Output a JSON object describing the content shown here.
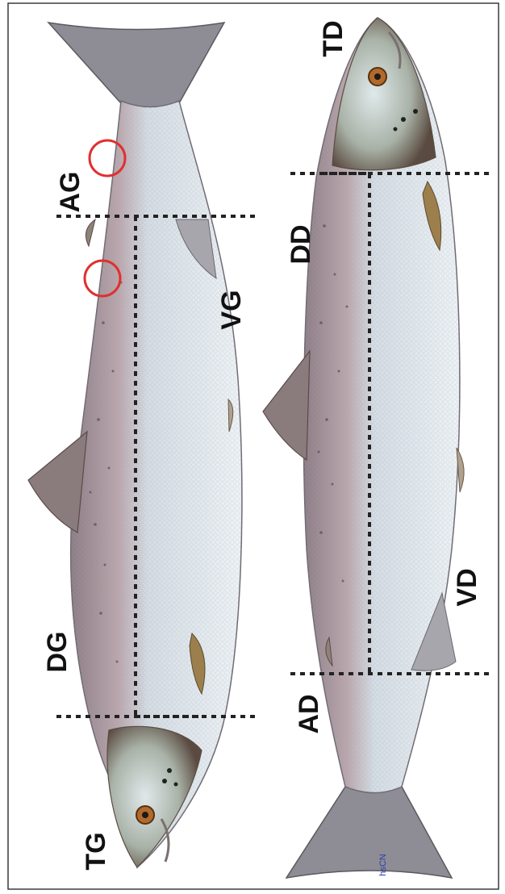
{
  "labels": {
    "tg": "TG",
    "dg": "DG",
    "ag": "AG",
    "vg": "VG",
    "td": "TD",
    "dd": "DD",
    "ad": "AD",
    "vd": "VD"
  },
  "handwritten_note": "hsCN",
  "colors": {
    "background": "#ffffff",
    "frame": "#3a3a3a",
    "body_silver": "#dfe7ee",
    "back_speckled": "#b7a2a8",
    "fin_gray": "#8a8a94",
    "marker_circle": "#e03030",
    "guide_line": "#222222"
  }
}
